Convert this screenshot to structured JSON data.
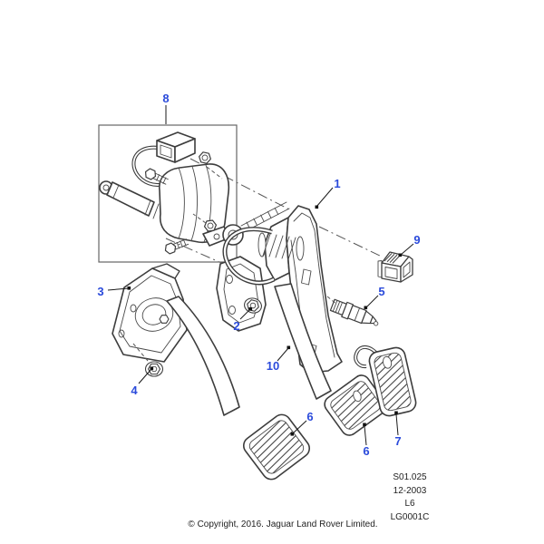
{
  "diagram": {
    "type": "exploded-parts-diagram",
    "callout_color": "#2b4bdb",
    "line_color": "#3d3d3d",
    "callouts": [
      {
        "label": "1"
      },
      {
        "label": "2"
      },
      {
        "label": "3"
      },
      {
        "label": "4"
      },
      {
        "label": "5"
      },
      {
        "label": "6"
      },
      {
        "label": "6"
      },
      {
        "label": "7"
      },
      {
        "label": "8"
      },
      {
        "label": "9"
      },
      {
        "label": "10"
      }
    ]
  },
  "plate": {
    "lines": [
      "S01.025",
      "12-2003",
      "L6",
      "LG0001C"
    ]
  },
  "footer": {
    "copyright": "© Copyright, 2016. Jaguar Land Rover Limited."
  }
}
